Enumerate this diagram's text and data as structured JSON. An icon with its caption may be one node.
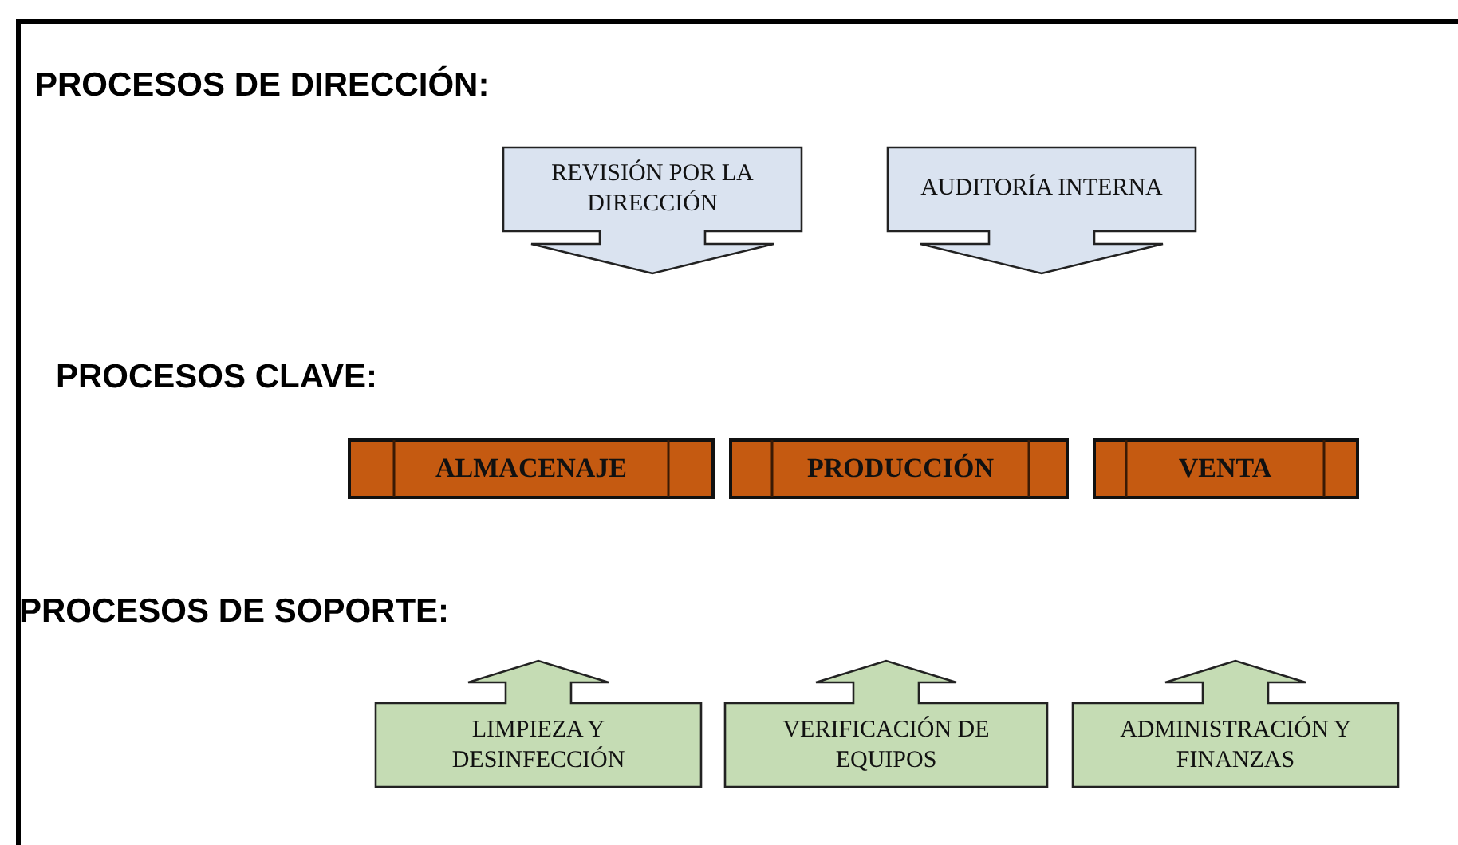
{
  "diagram": {
    "nodes": [
      {
        "text": [
          "REVISIÓN POR LA DIRECCIÓN"
        ]
      },
      {
        "text": [
          "AUDITORÍA INTERNA"
        ]
      },
      {
        "text": [
          "ALMACENAJE"
        ]
      },
      {
        "text": [
          "PRODUCCIÓN"
        ]
      },
      {
        "text": [
          "VENTA"
        ]
      },
      {
        "text": [
          "LIMPIEZA Y DESINFECCIÓN"
        ]
      },
      {
        "text": [
          "VERIFICACIÓN DE EQUIPOS"
        ]
      },
      {
        "text": [
          "ADMINISTRACIÓN Y FINANZAS"
        ]
      }
    ],
    "labels": [
      "PROCESOS DE DIRECCIÓN:",
      "PROCESOS CLAVE:",
      "PROCESOS DE SOPORTE:"
    ]
  }
}
